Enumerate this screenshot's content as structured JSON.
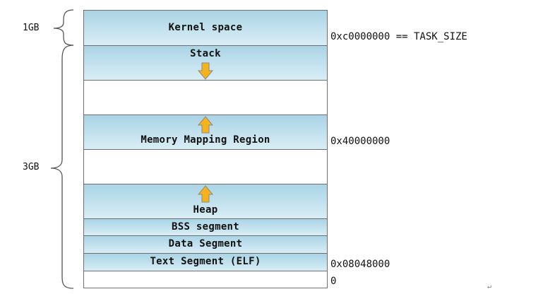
{
  "size_labels": {
    "kernel": "1GB",
    "user": "3GB"
  },
  "segments": {
    "kernel": "Kernel space",
    "stack": "Stack",
    "mmap": "Memory Mapping Region",
    "heap": "Heap",
    "bss": "BSS segment",
    "data": "Data Segment",
    "text": "Text Segment (ELF)"
  },
  "addresses": {
    "task_size": "0xc0000000 == TASK_SIZE",
    "mmap_base": "0x40000000",
    "text_start": "0x08048000",
    "zero": "0"
  },
  "icons": {
    "down_arrow": "arrow-down-icon",
    "up_arrow": "arrow-up-icon",
    "brace": "curly-brace-icon"
  },
  "colors": {
    "segment_fill": "#b9dcea",
    "arrow_fill": "#f6b21a",
    "border": "#6f6f6f"
  },
  "return_mark": "↵"
}
